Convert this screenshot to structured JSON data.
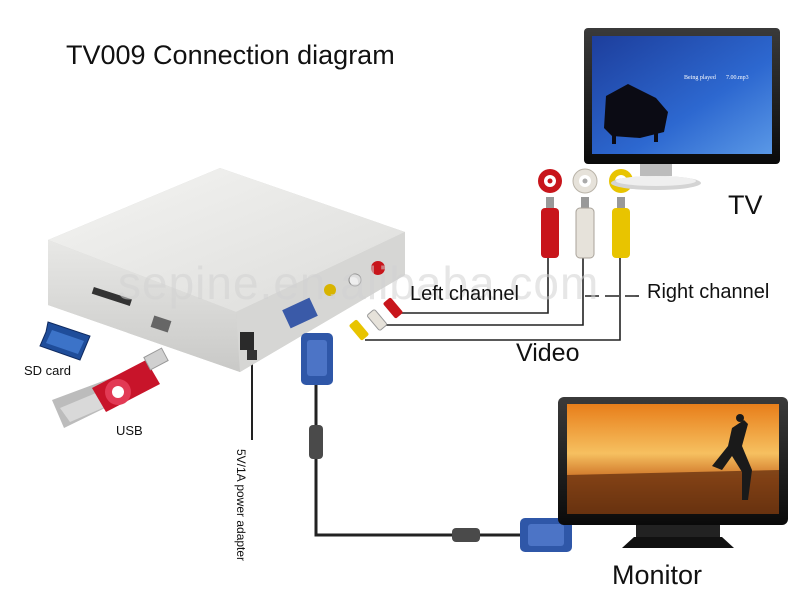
{
  "diagram": {
    "title": "TV009 Connection diagram",
    "watermark": "sepine.en.alibaba.com",
    "labels": {
      "tv": "TV",
      "left_channel": "Left channel",
      "right_channel": "Right channel",
      "video": "Video",
      "monitor": "Monitor",
      "sd_card": "SD card",
      "usb": "USB",
      "power": "5V/1A  power adapter"
    },
    "tv_screen": {
      "status_text": "Being played",
      "track": "7.00.mp3"
    },
    "cable_colors": {
      "left_audio": "#c8151b",
      "right_audio": "#e8e4dc",
      "video": "#e8c400",
      "vga": "#2f57a8"
    },
    "icons": [
      "media-box-icon",
      "tv-icon",
      "monitor-icon",
      "sd-card-icon",
      "usb-drive-icon",
      "rca-plug-icon",
      "vga-plug-icon",
      "power-plug-icon"
    ]
  }
}
